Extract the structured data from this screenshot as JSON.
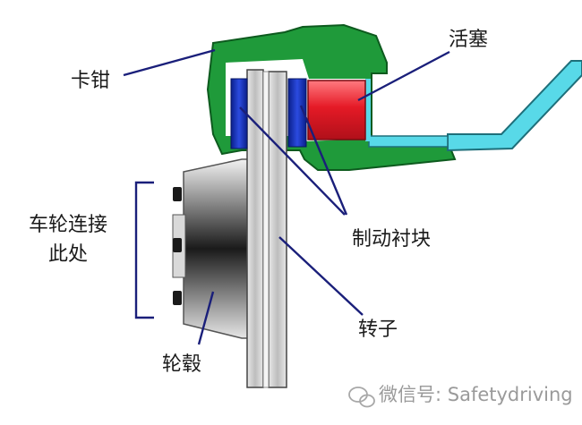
{
  "labels": {
    "caliper": "卡钳",
    "piston": "活塞",
    "brake_pads": "制动衬块",
    "wheel_connection_line1": "车轮连接",
    "wheel_connection_line2": "此处",
    "rotor": "转子",
    "hub": "轮毂"
  },
  "watermark": {
    "text": "微信号: Safetydriving"
  },
  "colors": {
    "caliper": "#1f9a3a",
    "piston": "#e0202a",
    "pad": "#1530b0",
    "brake_line": "#58d9e8",
    "leader_line": "#1a1f7a",
    "bracket": "#1a1f7a"
  }
}
